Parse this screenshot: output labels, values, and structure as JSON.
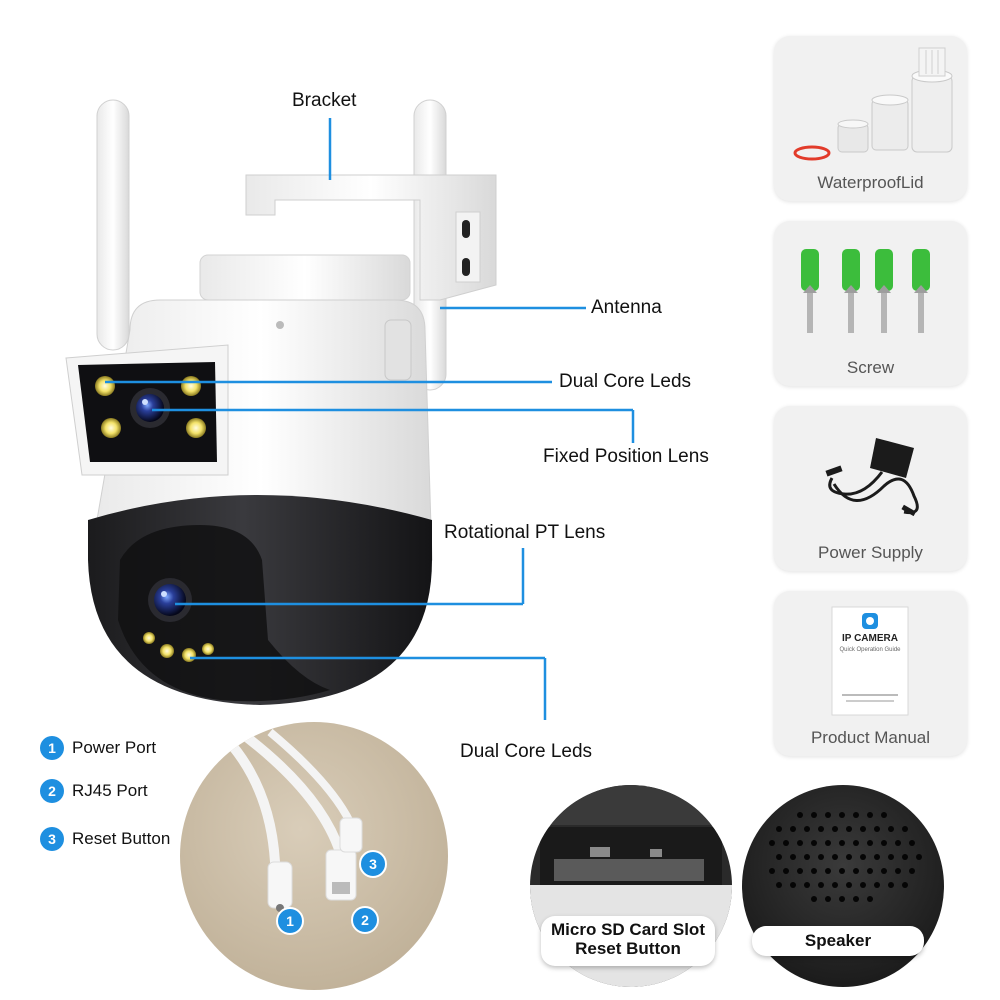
{
  "callouts": {
    "bracket": "Bracket",
    "antenna": "Antenna",
    "dual_core_leds_top": "Dual Core Leds",
    "fixed_position_lens": "Fixed Position Lens",
    "rotational_pt_lens": "Rotational PT Lens",
    "dual_core_leds_bottom": "Dual Core Leds"
  },
  "accessories": [
    {
      "label": "WaterproofLid",
      "icon": "waterproof-lid-icon"
    },
    {
      "label": "Screw",
      "icon": "screw-icon"
    },
    {
      "label": "Power Supply",
      "icon": "power-adapter-icon"
    },
    {
      "label": "Product Manual",
      "icon": "manual-icon"
    }
  ],
  "manual_cover": {
    "title": "IP CAMERA",
    "subtitle": "Quick Operation Guide"
  },
  "ports": [
    {
      "number": "1",
      "label": "Power Port"
    },
    {
      "number": "2",
      "label": "RJ45 Port"
    },
    {
      "number": "3",
      "label": "Reset Button"
    }
  ],
  "details": {
    "sd_slot_line1": "Micro SD Card Slot",
    "sd_slot_line2": "Reset Button",
    "speaker": "Speaker"
  },
  "colors": {
    "accent": "#1e8fe0",
    "callout_line": "#1e8fe0"
  }
}
